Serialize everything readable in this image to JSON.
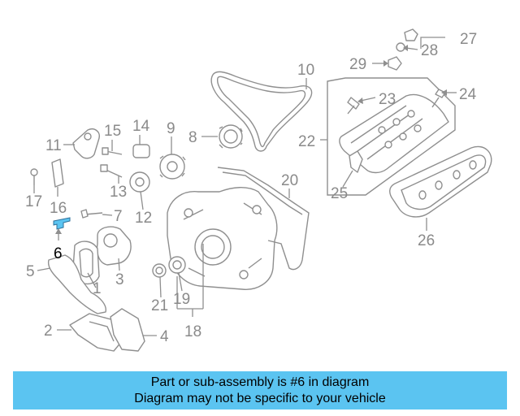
{
  "diagram": {
    "labels": {
      "l1": "1",
      "l2": "2",
      "l3": "3",
      "l4": "4",
      "l5": "5",
      "l6": "6",
      "l7": "7",
      "l8": "8",
      "l9": "9",
      "l10": "10",
      "l11": "11",
      "l12": "12",
      "l13": "13",
      "l14": "14",
      "l15": "15",
      "l16": "16",
      "l17": "17",
      "l18": "18",
      "l19": "19",
      "l20": "20",
      "l21": "21",
      "l22": "22",
      "l23": "23",
      "l24": "24",
      "l25": "25",
      "l26": "26",
      "l27": "27",
      "l28": "28",
      "l29": "29"
    },
    "highlighted_part": "6",
    "highlight_color": "#5bc4f1",
    "line_color": "#8f8f8f"
  },
  "callout": {
    "line1": "Part or sub-assembly is #6 in diagram",
    "line2": "Diagram may not be specific to your vehicle",
    "background": "#5bc4f1"
  }
}
